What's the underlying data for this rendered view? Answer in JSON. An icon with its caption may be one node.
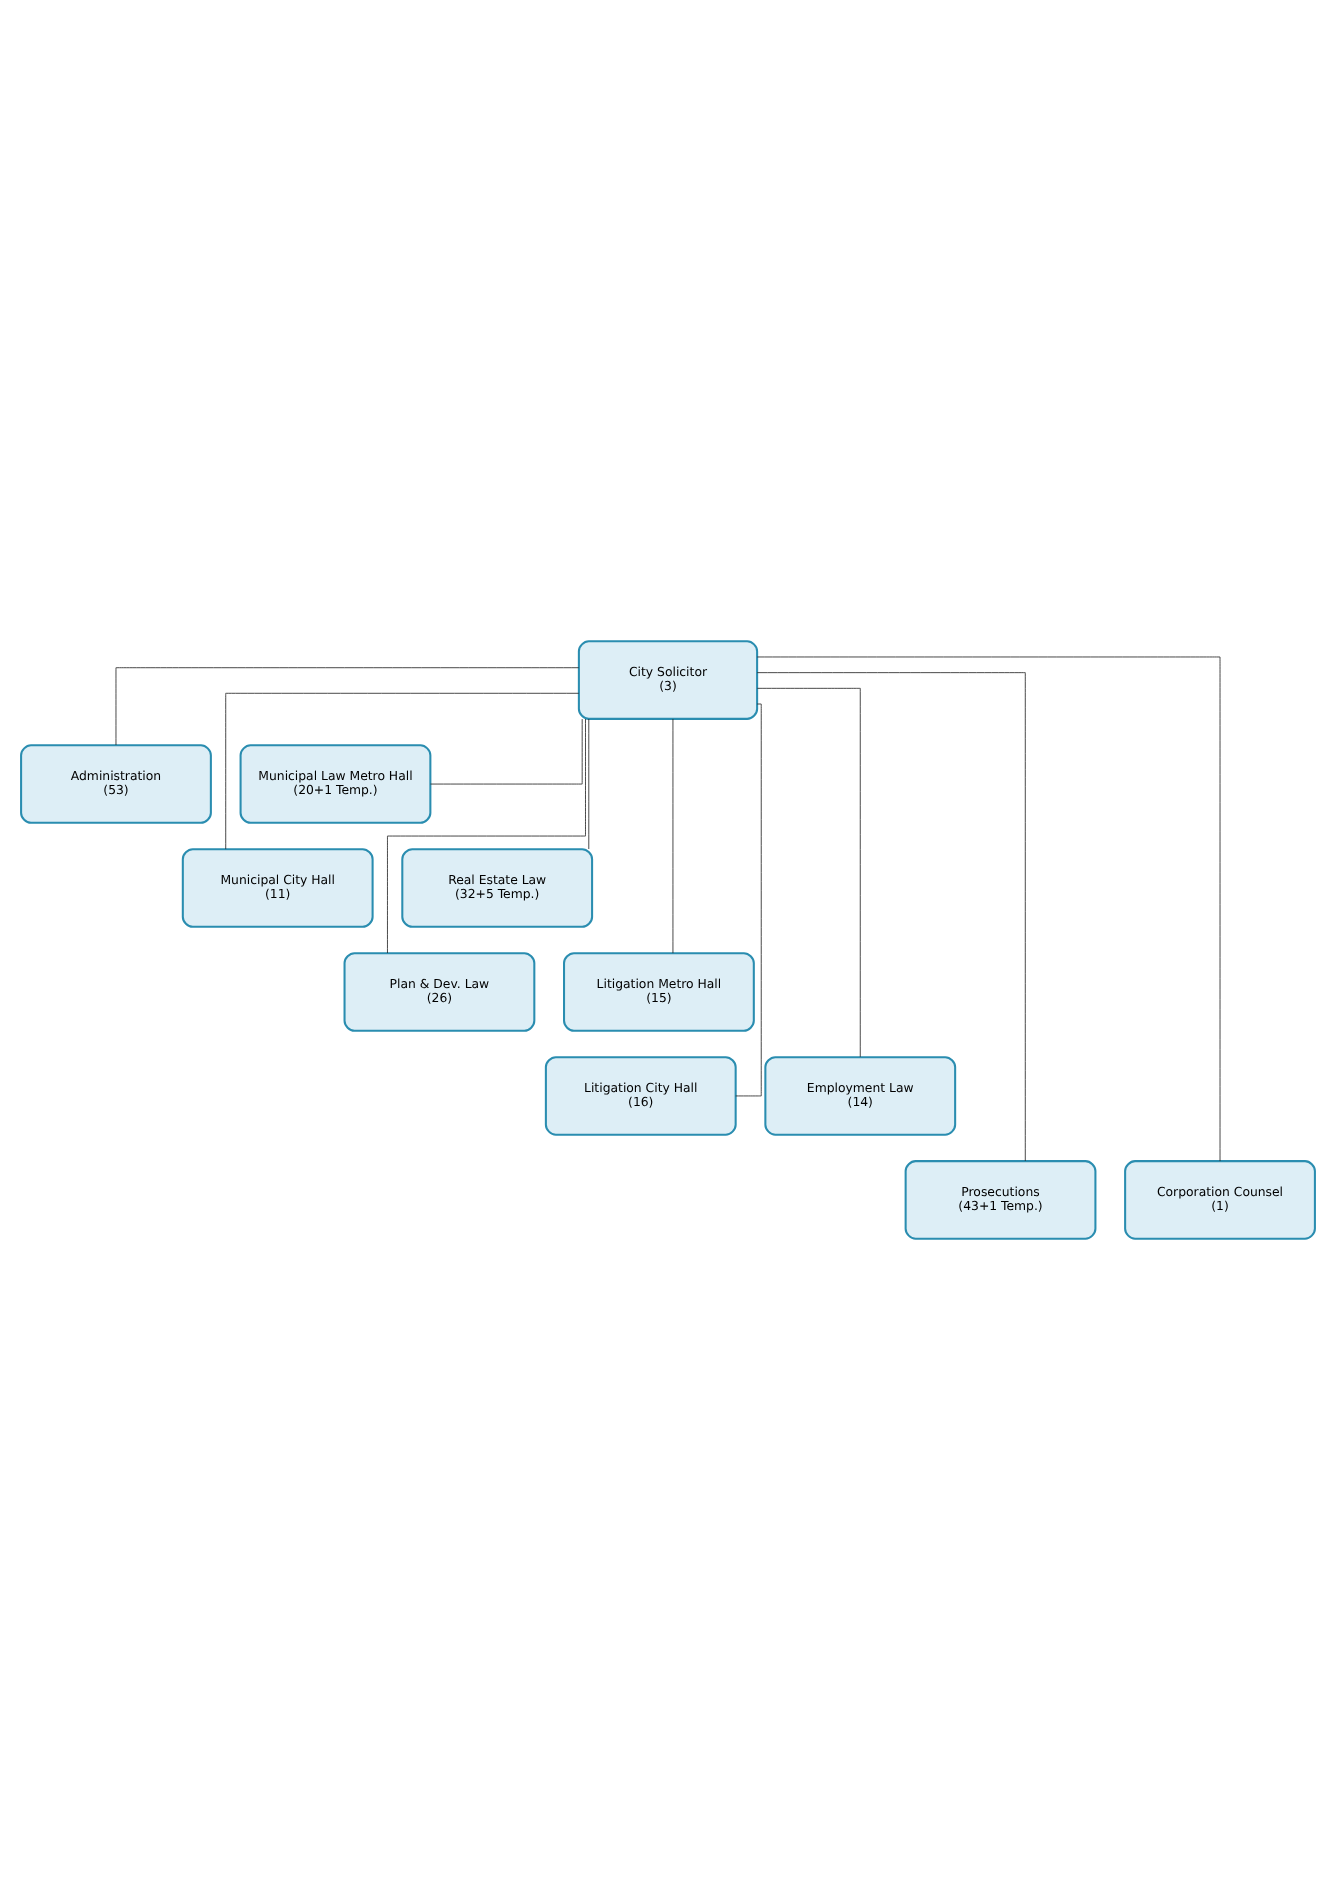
{
  "diagram": {
    "nodes": [
      {
        "text": [
          "City Solicitor",
          "(3)"
        ]
      },
      {
        "text": [
          "Administration",
          "(53)"
        ]
      },
      {
        "text": [
          "Municipal Law Metro Hall",
          "(20+1 Temp.)"
        ]
      },
      {
        "text": [
          "Municipal City Hall",
          "(11)"
        ]
      },
      {
        "text": [
          "Real Estate Law",
          "(32+5 Temp.)"
        ]
      },
      {
        "text": [
          "Plan & Dev. Law",
          "(26)"
        ]
      },
      {
        "text": [
          "Litigation Metro Hall",
          "(15)"
        ]
      },
      {
        "text": [
          "Litigation City Hall",
          "(16)"
        ]
      },
      {
        "text": [
          "Employment Law",
          "(14)"
        ]
      },
      {
        "text": [
          "Prosecutions",
          "(43+1 Temp.)"
        ]
      },
      {
        "text": [
          "Corporation Counsel",
          "(1)"
        ]
      }
    ],
    "edges": [
      {
        "from": 0,
        "to": 1,
        "arrow": "none"
      },
      {
        "from": 0,
        "to": 2,
        "arrow": "none"
      },
      {
        "from": 0,
        "to": 3,
        "arrow": "none"
      },
      {
        "from": 0,
        "to": 4,
        "arrow": "none"
      },
      {
        "from": 0,
        "to": 5,
        "arrow": "none"
      },
      {
        "from": 0,
        "to": 6,
        "arrow": "none"
      },
      {
        "from": 0,
        "to": 7,
        "arrow": "none"
      },
      {
        "from": 0,
        "to": 8,
        "arrow": "none"
      },
      {
        "from": 0,
        "to": 9,
        "arrow": "none"
      },
      {
        "from": 0,
        "to": 10,
        "arrow": "none"
      }
    ]
  }
}
